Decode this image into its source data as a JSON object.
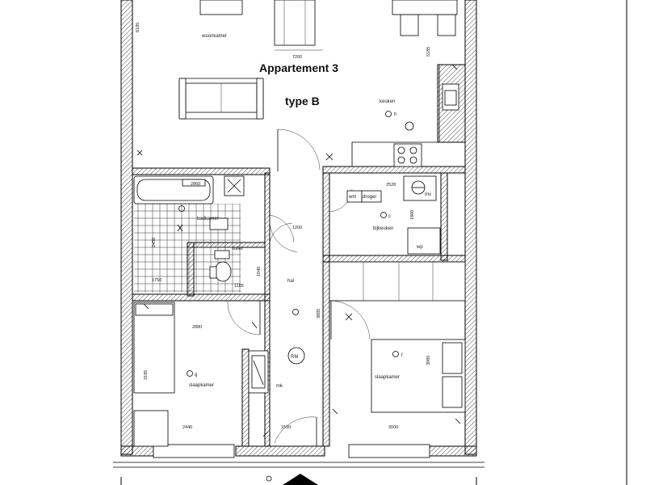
{
  "plan": {
    "title": "Appartement 3",
    "type": "type B"
  },
  "rooms": {
    "woonkamer": "woonkamer",
    "keuken": "keuken",
    "badkamer": "badkamer",
    "bijkeuken": "bijkeuken",
    "hal": "hal",
    "toilet": "toilet",
    "slaapkamer_left": "slaapkamer",
    "slaapkamer_right": "slaapkamer",
    "mk": "mk",
    "wm": "wm",
    "droger": "droger",
    "mv": "mv",
    "wp": "wp",
    "rm": "RM"
  },
  "dimensions": {
    "woon_width": "7200",
    "woon_height": "6185",
    "keuken_height": "5185",
    "bad_w": "2860",
    "bad_h": "2450",
    "bad_bottom": "1750",
    "toilet_w": "1185",
    "toilet_h": "1040",
    "hal_w": "1200",
    "bij_w": "2528",
    "bij_h": "1800",
    "slp_l_w": "2880",
    "slp_l_h": "3185",
    "slp_l_bottom": "2440",
    "slp_r_h": "3985",
    "slp_r_w": "3000",
    "hal_bottom": "1590",
    "hal_h": "3885"
  },
  "labels": {
    "h": "h",
    "f": "f",
    "g": "g",
    "c": "c"
  }
}
